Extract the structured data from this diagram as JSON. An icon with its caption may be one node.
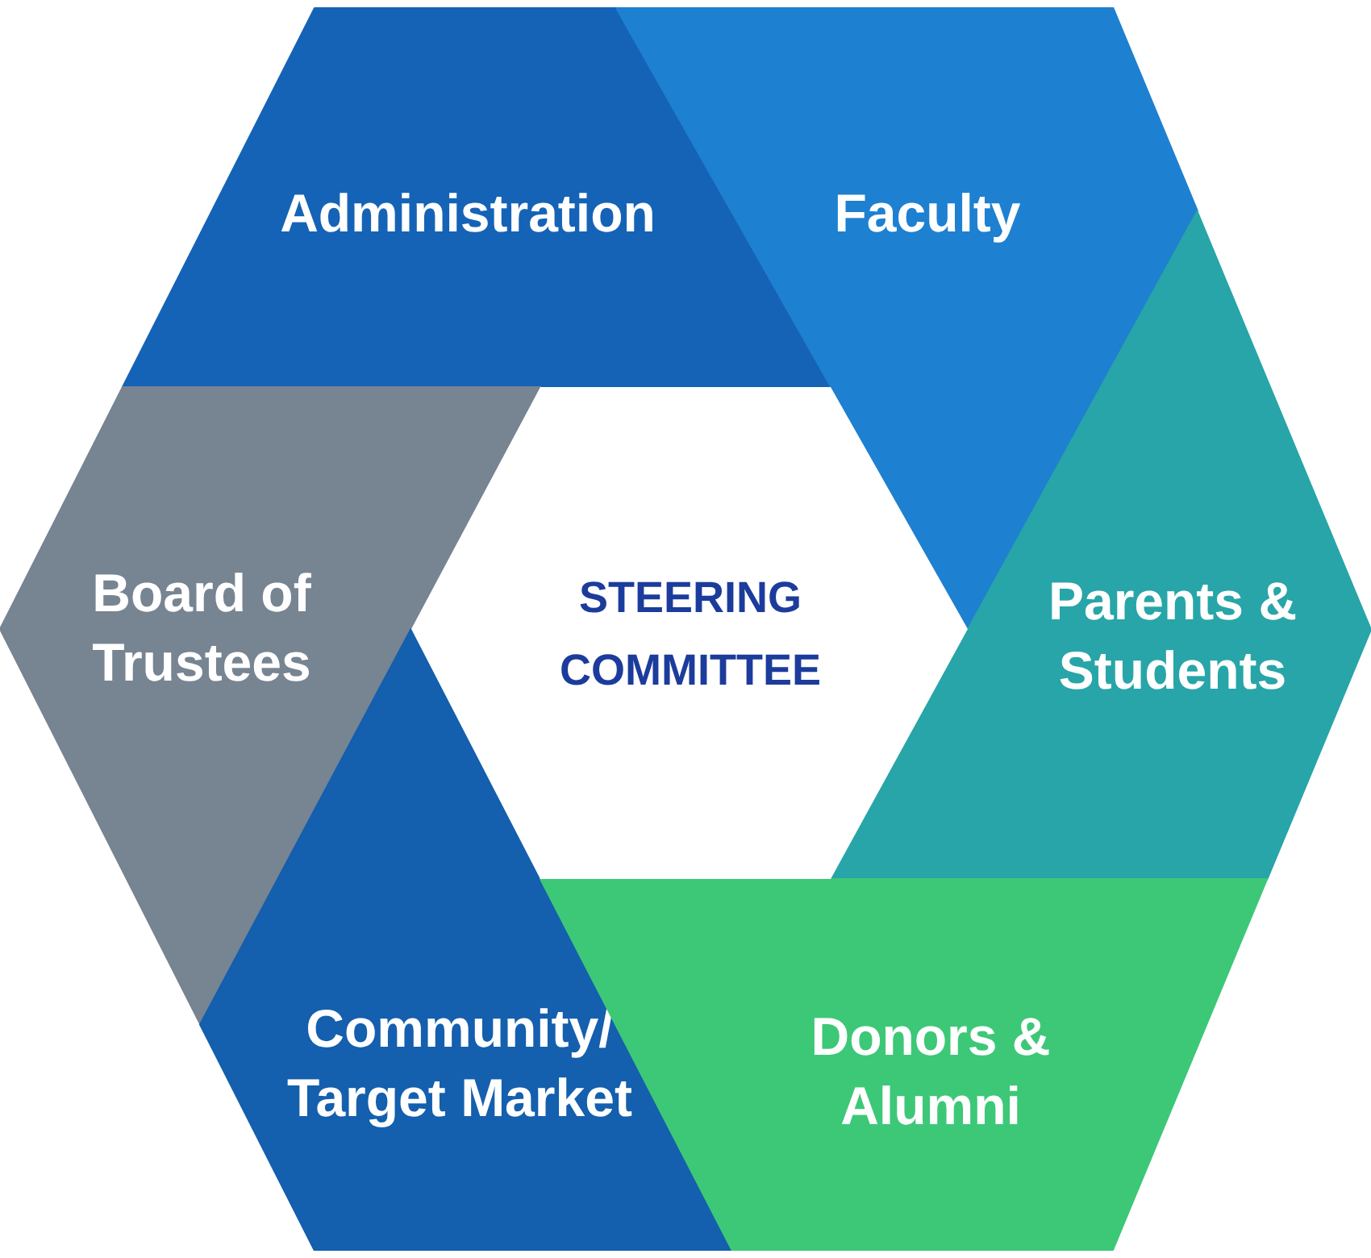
{
  "diagram": {
    "nodes": [
      {
        "text": [
          "Administration"
        ]
      },
      {
        "text": [
          "Faculty"
        ]
      },
      {
        "text": [
          "Board of Trustees"
        ]
      },
      {
        "text": [
          "STEERING COMMITTEE"
        ]
      },
      {
        "text": [
          "Parents & Students"
        ]
      },
      {
        "text": [
          "Community/ Target Market"
        ]
      },
      {
        "text": [
          "Donors & Alumni"
        ]
      }
    ]
  }
}
